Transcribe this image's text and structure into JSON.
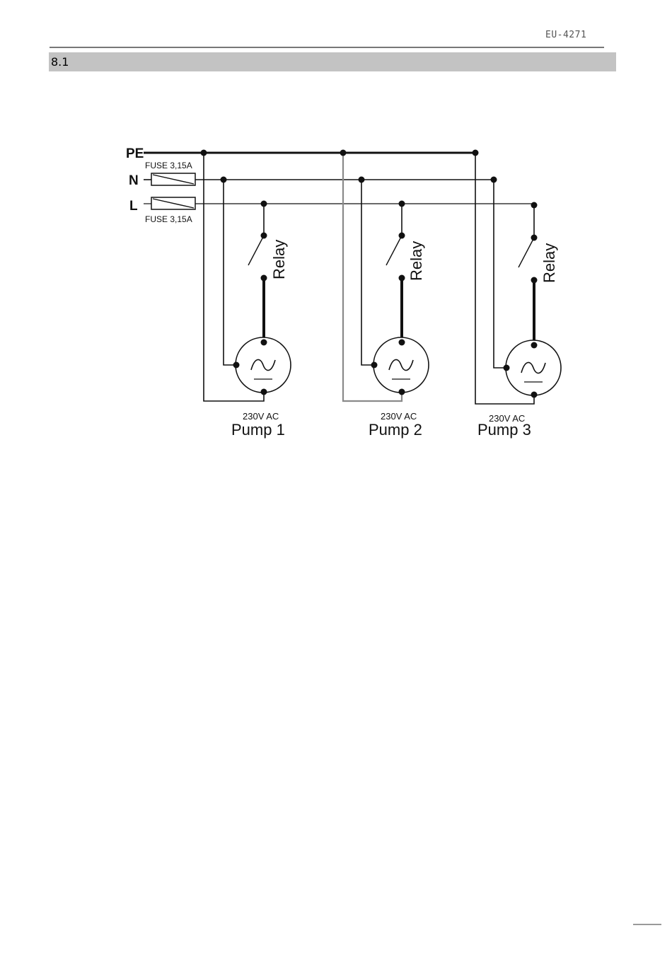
{
  "header": {
    "doc_code": "EU-4271",
    "section_number": "8.1"
  },
  "diagram": {
    "bus_labels": {
      "pe": "PE",
      "n": "N",
      "l": "L"
    },
    "fuse_top_label": "FUSE 3,15A",
    "fuse_bottom_label": "FUSE 3,15A",
    "relay_label": "Relay",
    "voltage_label": "230V AC",
    "pumps": [
      {
        "label": "Pump 1"
      },
      {
        "label": "Pump 2"
      },
      {
        "label": "Pump 3"
      }
    ]
  },
  "colors": {
    "section_bar": "#c3c3c3",
    "wire": "#111111",
    "pump2_pe_wire": "#8a8a8a"
  }
}
